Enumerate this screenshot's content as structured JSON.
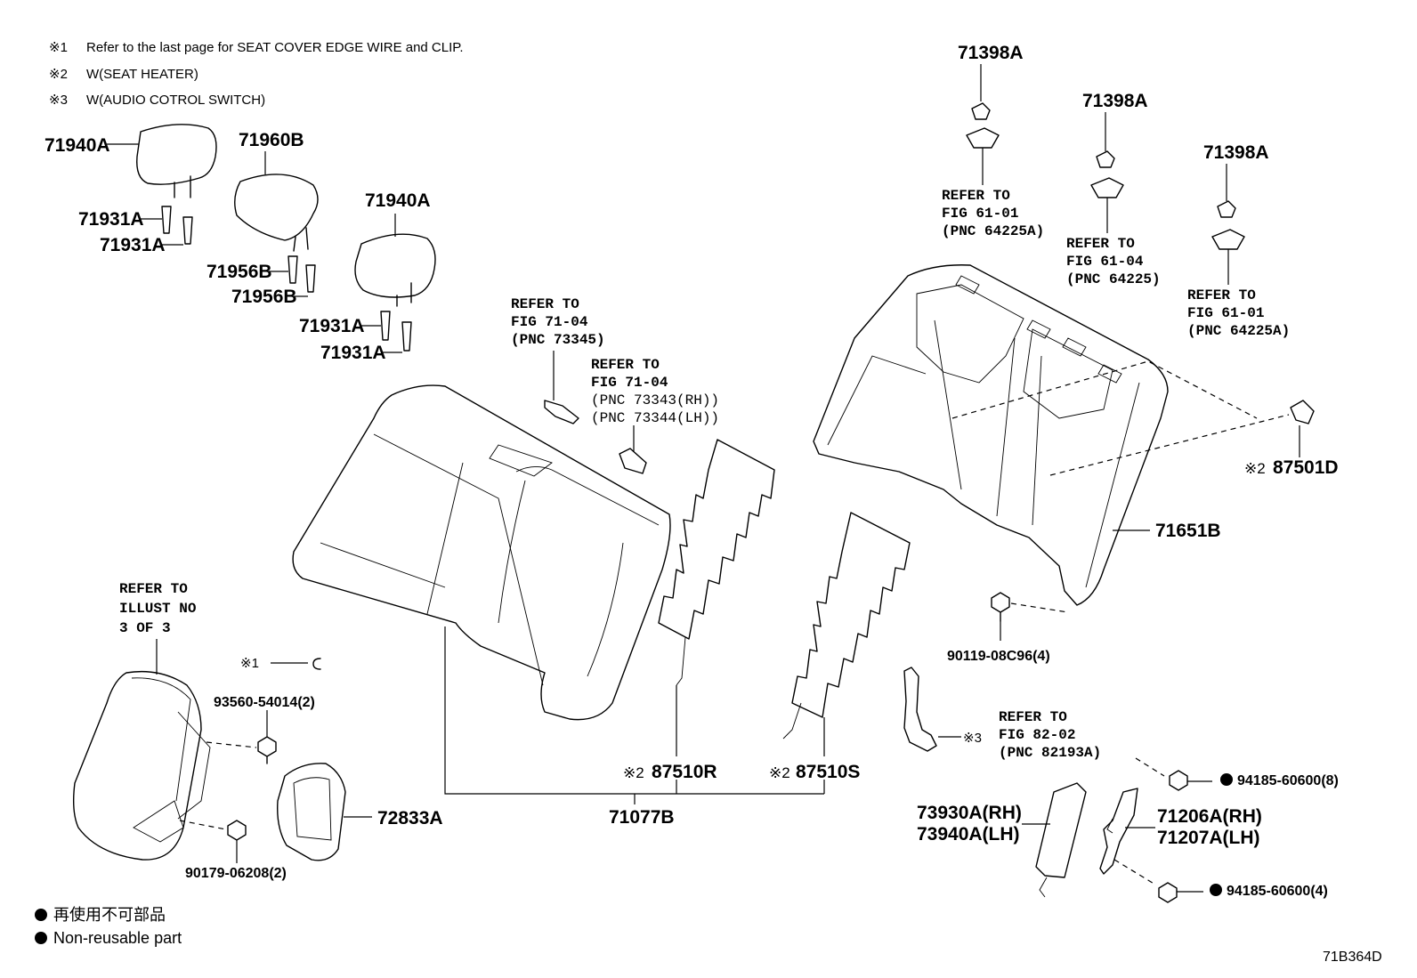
{
  "notes": {
    "n1_mark": "※1",
    "n1": "Refer to the last page for SEAT COVER EDGE WIRE and CLIP.",
    "n2_mark": "※2",
    "n2": "W(SEAT HEATER)",
    "n3_mark": "※3",
    "n3": "W(AUDIO COTROL SWITCH)"
  },
  "parts": {
    "p71940A_1": "71940A",
    "p71960B": "71960B",
    "p71940A_2": "71940A",
    "p71931A_1": "71931A",
    "p71931A_2": "71931A",
    "p71956B_1": "71956B",
    "p71956B_2": "71956B",
    "p71931A_3": "71931A",
    "p71931A_4": "71931A",
    "p71398A_1": "71398A",
    "p71398A_2": "71398A",
    "p71398A_3": "71398A",
    "p87501D": "87501D",
    "p71651B": "71651B",
    "p90119": "90119-08C96(4)",
    "p87510R": "87510R",
    "p87510S": "87510S",
    "p71077B": "71077B",
    "p93560": "93560-54014(2)",
    "p72833A": "72833A",
    "p90179": "90179-06208(2)",
    "p94185_1": "94185-60600(8)",
    "p94185_2": "94185-60600(4)",
    "p73930A": "73930A(RH)",
    "p73940A": "73940A(LH)",
    "p71206A": "71206A(RH)",
    "p71207A": "71207A(LH)"
  },
  "marks": {
    "m1": "※1",
    "m2_87501D": "※2",
    "m2_87510R": "※2",
    "m2_87510S": "※2",
    "m3_82193A": "※3"
  },
  "refs": {
    "fig6101a": [
      "REFER TO",
      "FIG 61-01",
      "(PNC 64225A)"
    ],
    "fig6104": [
      "REFER TO",
      "FIG 61-04",
      "(PNC 64225)"
    ],
    "fig6101b": [
      "REFER TO",
      "FIG 61-01",
      "(PNC 64225A)"
    ],
    "fig7104a": [
      "REFER TO",
      "FIG 71-04",
      "(PNC 73345)"
    ],
    "fig7104b": [
      "REFER TO",
      "FIG 71-04",
      "(PNC 73343(RH))",
      "(PNC 73344(LH))"
    ],
    "illust": [
      "REFER TO",
      "ILLUST NO",
      "3 OF 3"
    ],
    "fig8202": [
      "REFER TO",
      "FIG 82-02",
      "(PNC 82193A)"
    ]
  },
  "legend": {
    "jp": "再使用不可部品",
    "en": "Non-reusable part"
  },
  "diagram_code": "71B364D"
}
